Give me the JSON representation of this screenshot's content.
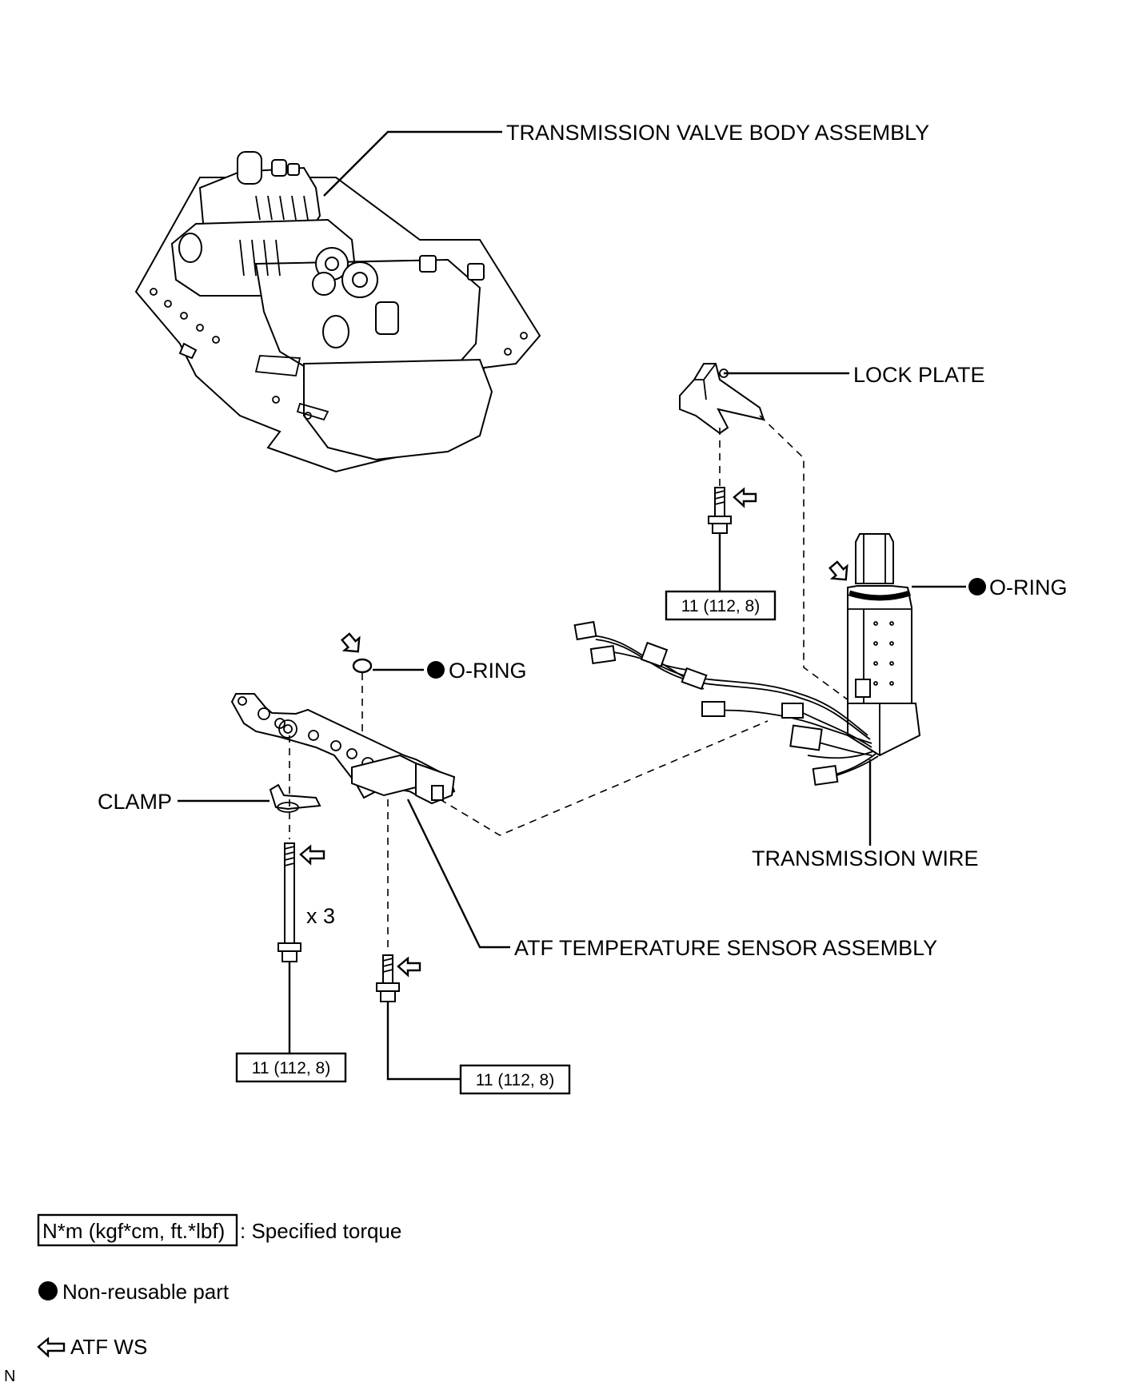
{
  "labels": {
    "valve_body": "TRANSMISSION VALVE BODY ASSEMBLY",
    "lock_plate": "LOCK PLATE",
    "oring_right": "O-RING",
    "oring_left": "O-RING",
    "clamp": "CLAMP",
    "transmission_wire": "TRANSMISSION WIRE",
    "atf_sensor": "ATF TEMPERATURE SENSOR ASSEMBLY",
    "bolt_count": "x 3"
  },
  "torque_specs": {
    "lock_plate_bolt": "11 (112, 8)",
    "long_bolt": "11 (112, 8)",
    "sensor_bolt": "11 (112, 8)"
  },
  "legend": {
    "torque_unit": "N*m (kgf*cm, ft.*lbf)",
    "torque_desc": ": Specified torque",
    "non_reusable": "Non-reusable part",
    "atf_ws": "ATF WS"
  },
  "code": "N"
}
